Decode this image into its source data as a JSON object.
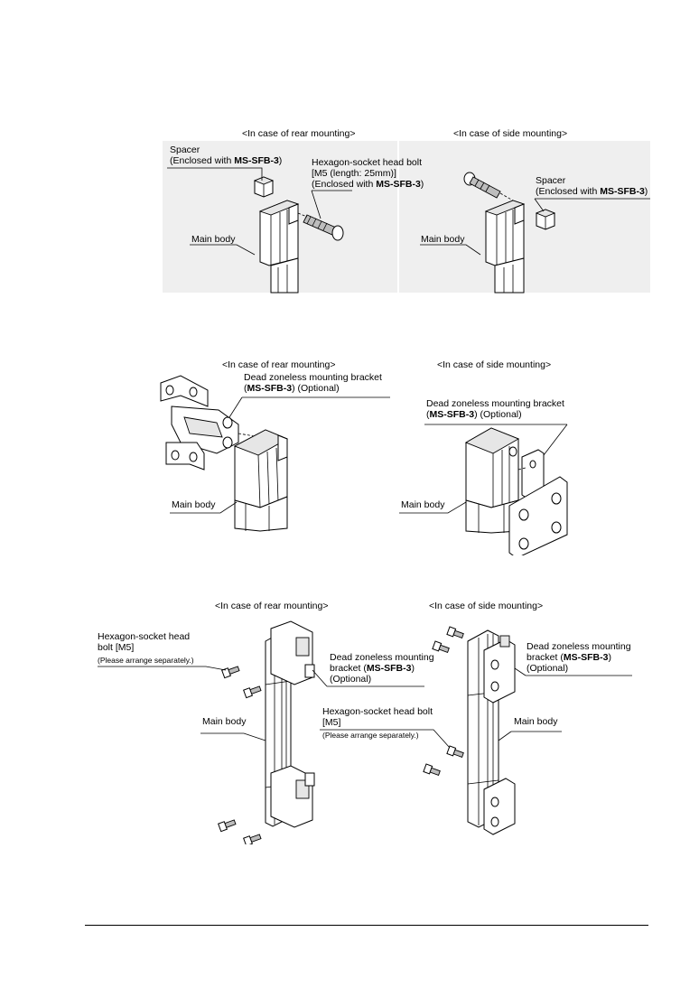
{
  "figure1": {
    "rear_title": "<In case of rear mounting>",
    "side_title": "<In case of side mounting>",
    "rear_spacer": "Spacer",
    "rear_spacer_enclosed_prefix": "(Enclosed with ",
    "model": "MS-SFB-3",
    "close": ")",
    "rear_bolt_line1": "Hexagon-socket head bolt",
    "rear_bolt_line2": "[M5 (length: 25mm)]",
    "main_body": "Main body",
    "side_spacer": "Spacer"
  },
  "figure2": {
    "rear_title": "<In case of rear mounting>",
    "side_title": "<In case of side mounting>",
    "bracket_line1": "Dead zoneless mounting bracket",
    "optional": ") (Optional)",
    "open": "(",
    "model": "MS-SFB-3",
    "main_body": "Main body"
  },
  "figure3": {
    "rear_title": "<In case of rear mounting>",
    "side_title": "<In case of side mounting>",
    "bolt_line1": "Hexagon-socket head",
    "bolt_line2": "bolt [M5]",
    "arrange": "(Please arrange separately.)",
    "bracket_line1": "Dead zoneless mounting",
    "bracket_prefix": "bracket (",
    "model": "MS-SFB-3",
    "close": ")",
    "optional": "(Optional)",
    "main_body": "Main body",
    "bolt2_line1": "Hexagon-socket head bolt",
    "bolt2_line2": "[M5]"
  }
}
